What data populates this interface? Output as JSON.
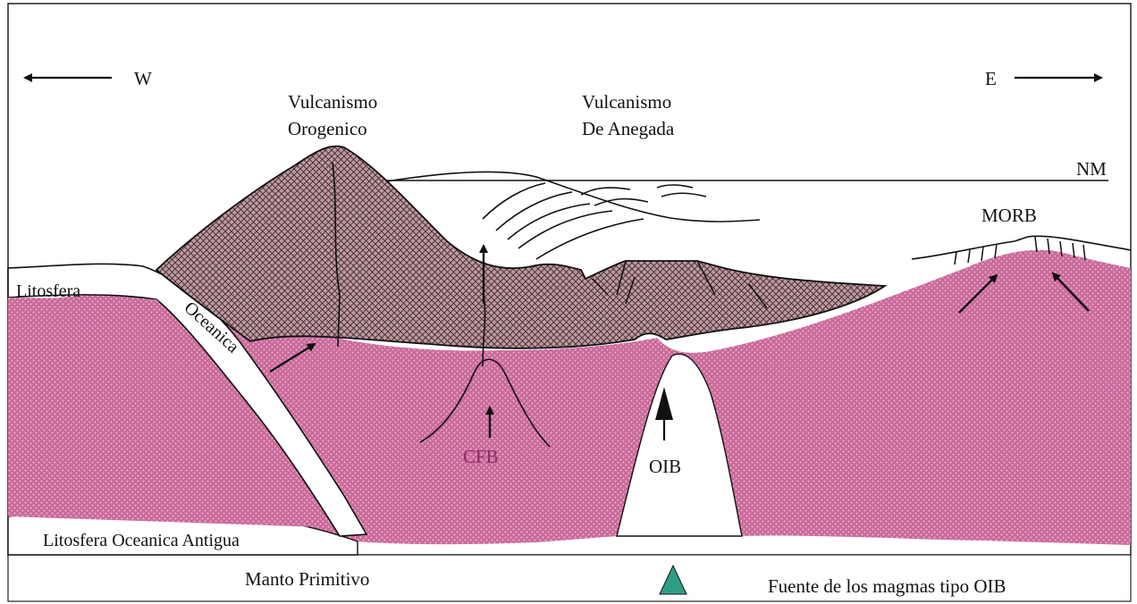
{
  "directions": {
    "west": "W",
    "east": "E"
  },
  "labels": {
    "orogenic_line1": "Vulcanismo",
    "orogenic_line2": "Orogenico",
    "shallow_line1": "Vulcanismo",
    "shallow_line2": "De Anegada",
    "sea_level": "NM",
    "morb": "MORB",
    "lithosphere": "Litosfera",
    "oceanic": "Oceanica",
    "cfb": "CFB",
    "oib": "OIB",
    "old_lithosphere": "Litosfera Oceanica Antigua"
  },
  "legend": {
    "primitive_mantle": "Manto Primitivo",
    "oib_source": "Fuente de los magmas tipo OIB"
  },
  "colors": {
    "mantle_fill": "#c9699a",
    "mantle_dots": "#e6a8c8",
    "volcano_fill": "#b79096",
    "legend_triangle": "#2f9e86"
  }
}
